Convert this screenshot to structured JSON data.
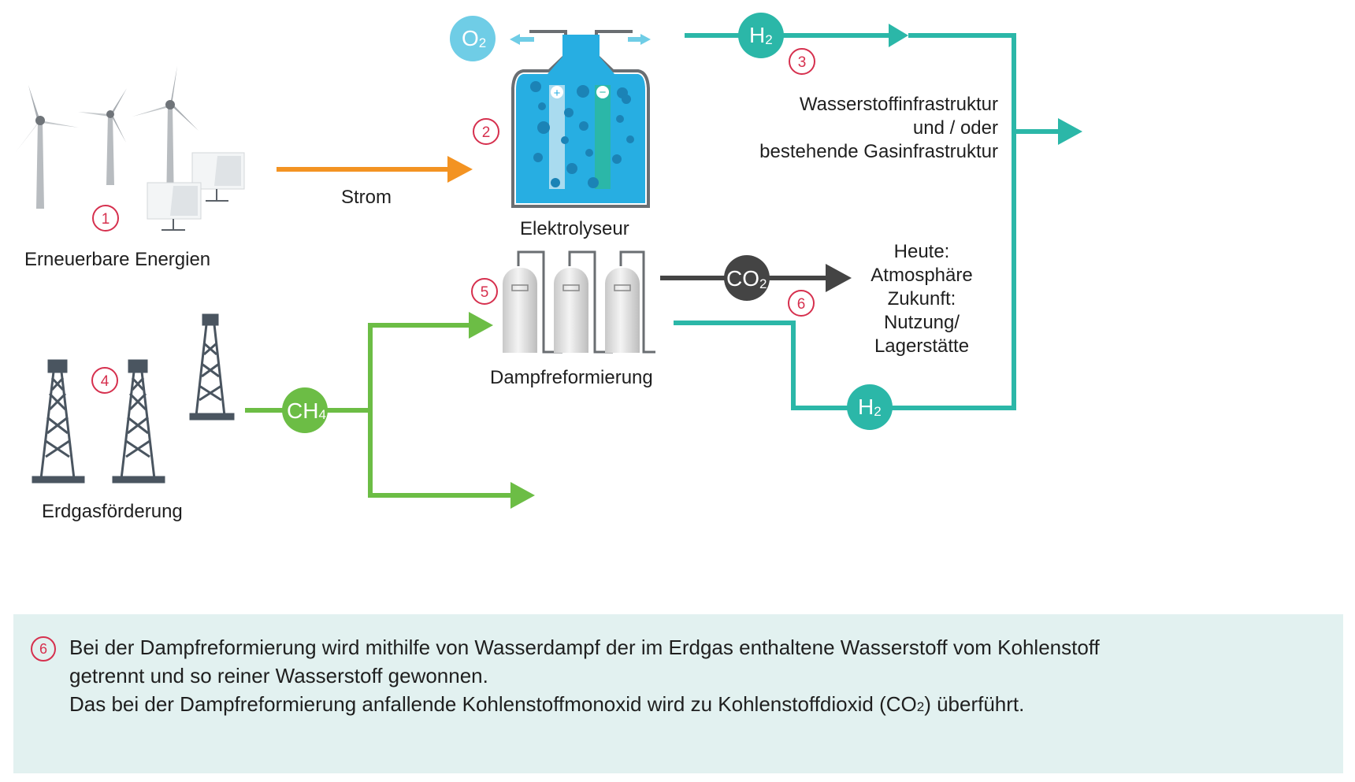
{
  "colors": {
    "teal": "#2bb7a8",
    "orange": "#f39322",
    "green": "#6cbd45",
    "dark": "#444444",
    "oxygen": "#6fcde6",
    "water": "#27aee2",
    "number_red": "#d6304e",
    "info_bg": "#e2f1f0"
  },
  "labels": {
    "renewables": "Erneuerbare Energien",
    "strom": "Strom",
    "electrolyser": "Elektrolyseur",
    "h2_infra": [
      "Wasserstoffinfrastruktur",
      "und / oder",
      "bestehende Gasinfrastruktur"
    ],
    "steam_reforming": "Dampfreformierung",
    "co2_dest": [
      "Heute:",
      "Atmosphäre",
      "Zukunft:",
      "Nutzung/",
      "Lagerstätte"
    ],
    "gas_production": "Erdgasförderung"
  },
  "chem": {
    "o2": {
      "main": "O",
      "sub": "2"
    },
    "h2": {
      "main": "H",
      "sub": "2"
    },
    "co2": {
      "main": "CO",
      "sub": "2"
    },
    "ch4": {
      "main": "CH",
      "sub": "4"
    }
  },
  "numbers": [
    "1",
    "2",
    "3",
    "4",
    "5",
    "6"
  ],
  "electrode_signs": {
    "plus": "+",
    "minus": "−"
  },
  "info": {
    "number": "6",
    "line1": "Bei der Dampfreformierung wird mithilfe von Wasserdampf der im Erdgas enthaltene Wasserstoff vom Kohlenstoff",
    "line2": "getrennt und so reiner Wasserstoff gewonnen.",
    "line3_pre": "Das bei der Dampfreformierung anfallende Kohlenstoffmonoxid wird zu Kohlenstoffdioxid (CO",
    "line3_sub": "2",
    "line3_post": ") überführt."
  }
}
